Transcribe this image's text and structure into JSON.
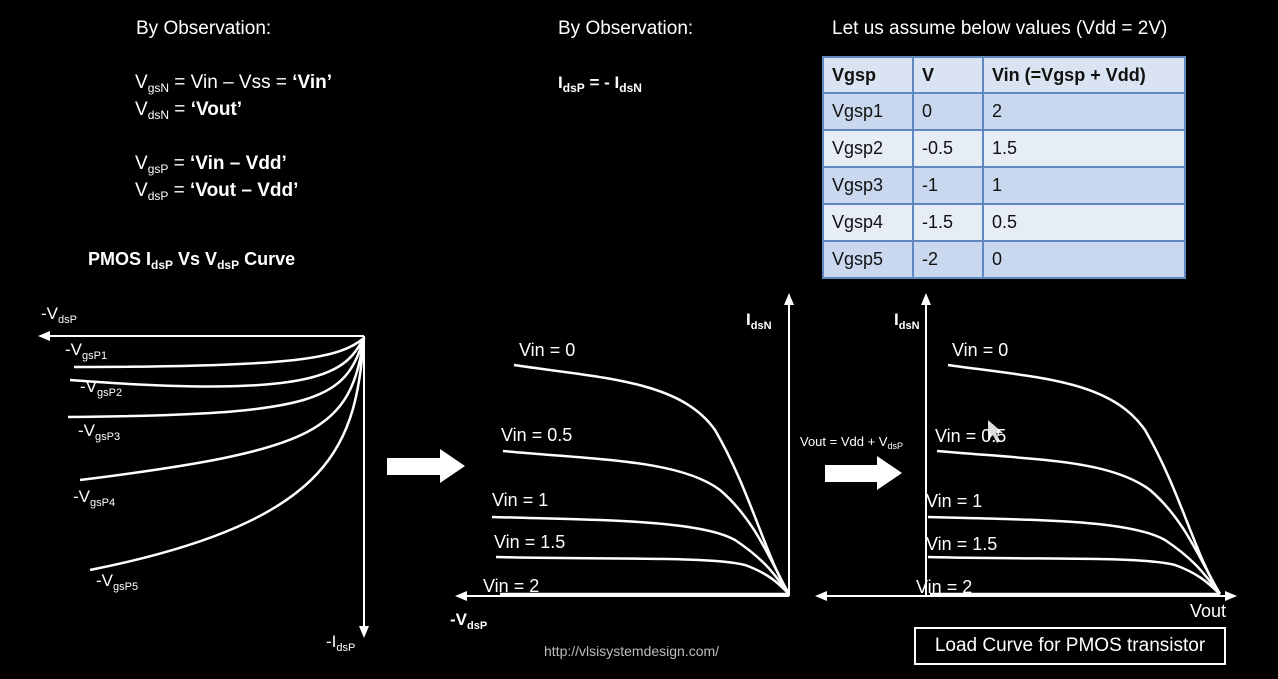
{
  "left_heading": "By Observation:",
  "middle_heading": "By Observation:",
  "right_heading": "Let us assume below values (Vdd = 2V)",
  "eq1": {
    "v": "V",
    "sub": "gsN",
    "rhs_plain": " = Vin – Vss = ",
    "rhs_bold": "‘Vin’"
  },
  "eq2": {
    "v": "V",
    "sub": "dsN",
    "rhs_plain": " = ",
    "rhs_bold": "‘Vout’"
  },
  "eq3": {
    "v": "V",
    "sub": "gsP",
    "rhs_plain": " = ",
    "rhs_bold": "‘Vin – Vdd’"
  },
  "eq4": {
    "v": "V",
    "sub": "dsP",
    "rhs_plain": " = ",
    "rhs_bold": "‘Vout – Vdd’"
  },
  "eq_mid": {
    "lhs": "I",
    "lhs_sub": "dsP",
    "mid": " = - I",
    "rhs_sub": "dsN"
  },
  "curve_title": {
    "pre": "PMOS I",
    "sub1": "dsP",
    "mid": " Vs V",
    "sub2": "dsP",
    "post": " Curve"
  },
  "table": {
    "headers": [
      "Vgsp",
      "V",
      "Vin (=Vgsp + Vdd)"
    ],
    "rows": [
      [
        "Vgsp1",
        "0",
        "2"
      ],
      [
        "Vgsp2",
        "-0.5",
        "1.5"
      ],
      [
        "Vgsp3",
        "-1",
        "1"
      ],
      [
        "Vgsp4",
        "-1.5",
        "0.5"
      ],
      [
        "Vgsp5",
        "-2",
        "0"
      ]
    ]
  },
  "graph1": {
    "x_axis": {
      "pre": "-V",
      "sub": "dsP"
    },
    "y_axis": {
      "pre": "-I",
      "sub": "dsP"
    },
    "labels": [
      {
        "pre": "-V",
        "sub": "gsP1"
      },
      {
        "pre": "-V",
        "sub": "gsP2"
      },
      {
        "pre": "-V",
        "sub": "gsP3"
      },
      {
        "pre": "-V",
        "sub": "gsP4"
      },
      {
        "pre": "-V",
        "sub": "gsP5"
      }
    ]
  },
  "graph2": {
    "y_axis": {
      "pre": "I",
      "sub": "dsN"
    },
    "x_axis": {
      "pre": "-V",
      "sub": "dsP"
    },
    "labels": [
      "Vin = 0",
      "Vin = 0.5",
      "Vin = 1",
      "Vin = 1.5",
      "Vin = 2"
    ]
  },
  "graph3": {
    "y_axis": {
      "pre": "I",
      "sub": "dsN"
    },
    "x_axis_label": "Vout",
    "labels": [
      "Vin = 0",
      "Vin = 0.5",
      "Vin = 1",
      "Vin = 1.5",
      "Vin = 2"
    ]
  },
  "transform_label": {
    "pre": "Vout = Vdd + V",
    "sub": "dsP"
  },
  "url": "http://vlsisystemdesign.com/",
  "footer": "Load Curve for PMOS transistor"
}
